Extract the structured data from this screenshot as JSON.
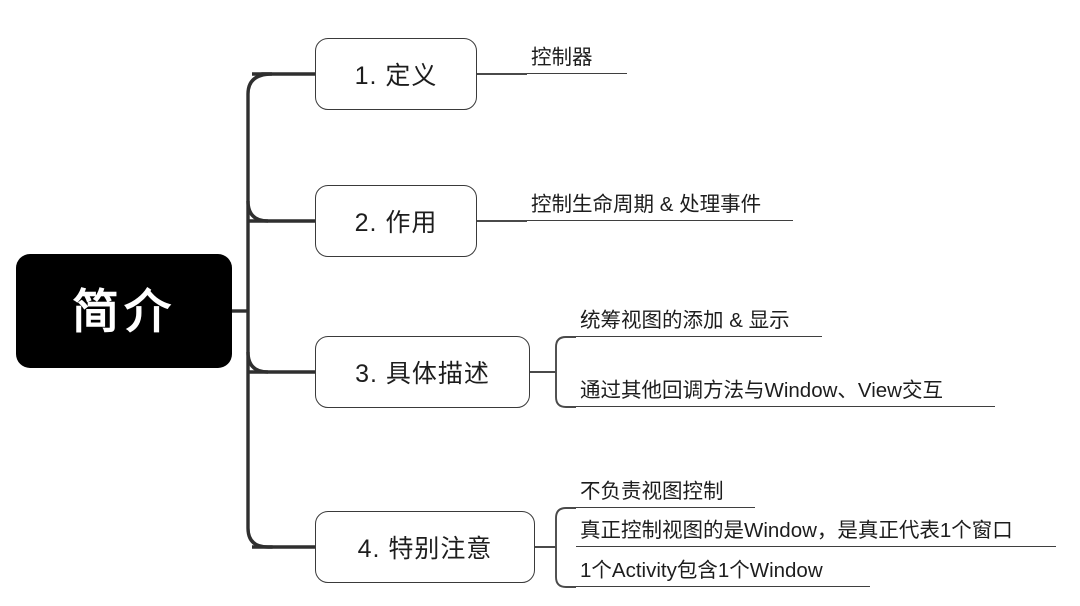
{
  "diagram": {
    "type": "mind-map",
    "title": "简介",
    "root": {
      "label": "简介"
    },
    "branches": [
      {
        "label": "1. 定义",
        "leaves": [
          {
            "text": "控制器"
          }
        ]
      },
      {
        "label": "2. 作用",
        "leaves": [
          {
            "text": "控制生命周期 & 处理事件"
          }
        ]
      },
      {
        "label": "3. 具体描述",
        "leaves": [
          {
            "text": "统筹视图的添加 & 显示"
          },
          {
            "text": "通过其他回调方法与Window、View交互"
          }
        ]
      },
      {
        "label": "4. 特别注意",
        "leaves": [
          {
            "text": "不负责视图控制"
          },
          {
            "text": "真正控制视图的是Window，是真正代表1个窗口"
          },
          {
            "text": "1个Activity包含1个Window"
          }
        ]
      }
    ],
    "colors": {
      "root_fill": "#000000",
      "root_text": "#ffffff",
      "node_fill": "#ffffff",
      "node_border": "#3a3a3a",
      "connector": "#2f2f2f",
      "leaf_rule": "#3f3f3f",
      "background": "#ffffff"
    }
  }
}
